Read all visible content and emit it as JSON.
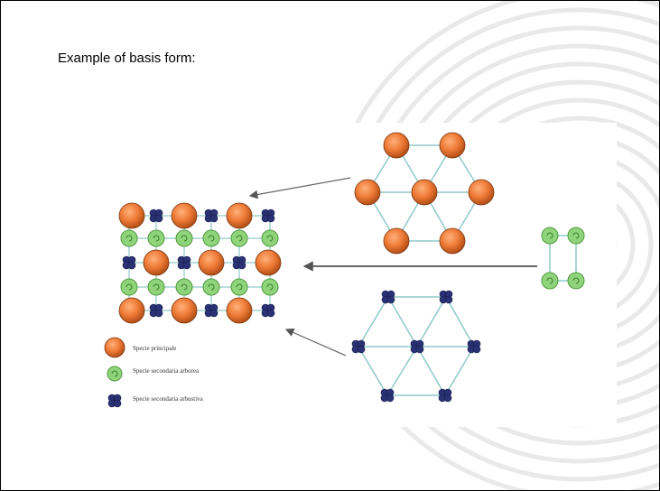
{
  "slide": {
    "title": "Example of basis form:"
  },
  "figure": {
    "legend": [
      {
        "label": "Specie principale",
        "symbol": "orange-sphere"
      },
      {
        "label": "Specie secondaria arborea",
        "symbol": "green-spiral"
      },
      {
        "label": "Specie secondaria arbustiva",
        "symbol": "blue-cluster"
      }
    ],
    "colors": {
      "principal": "#e8762f",
      "tree": "#8fd47a",
      "shrub": "#2a3275",
      "link": "#8fc9c8",
      "arrow": "#555555"
    }
  }
}
